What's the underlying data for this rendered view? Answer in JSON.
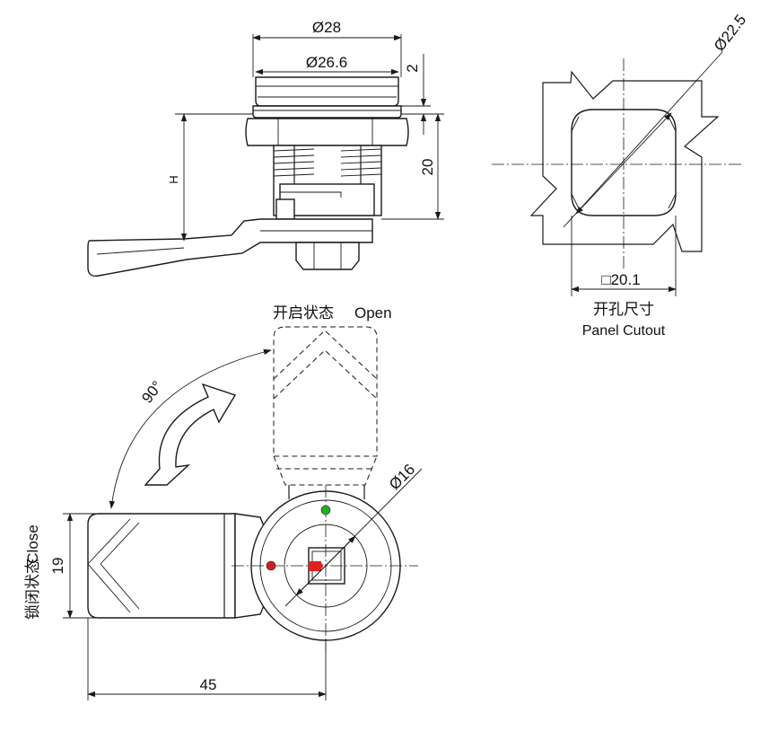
{
  "dimensions": {
    "outer_diameter": "Ø28",
    "flange_diameter": "Ø26.6",
    "flange_thickness": "2",
    "thread_length": "20",
    "height": "H",
    "cutout_diagonal": "Ø22.5",
    "cutout_square": "□20.1",
    "body_diameter": "Ø16",
    "cam_width": "19",
    "cam_length": "45",
    "rotation_angle": "90°"
  },
  "labels": {
    "panel_cutout_cn": "开孔尺寸",
    "panel_cutout_en": "Panel Cutout",
    "open_cn": "开启状态",
    "open_en": "Open",
    "close_cn": "锁闭状态",
    "close_en": "Close"
  },
  "colors": {
    "open_dot": "#22b022",
    "close_dot": "#cc1f1f",
    "key_mark": "#e0201a",
    "line": "#1a1a1a"
  }
}
